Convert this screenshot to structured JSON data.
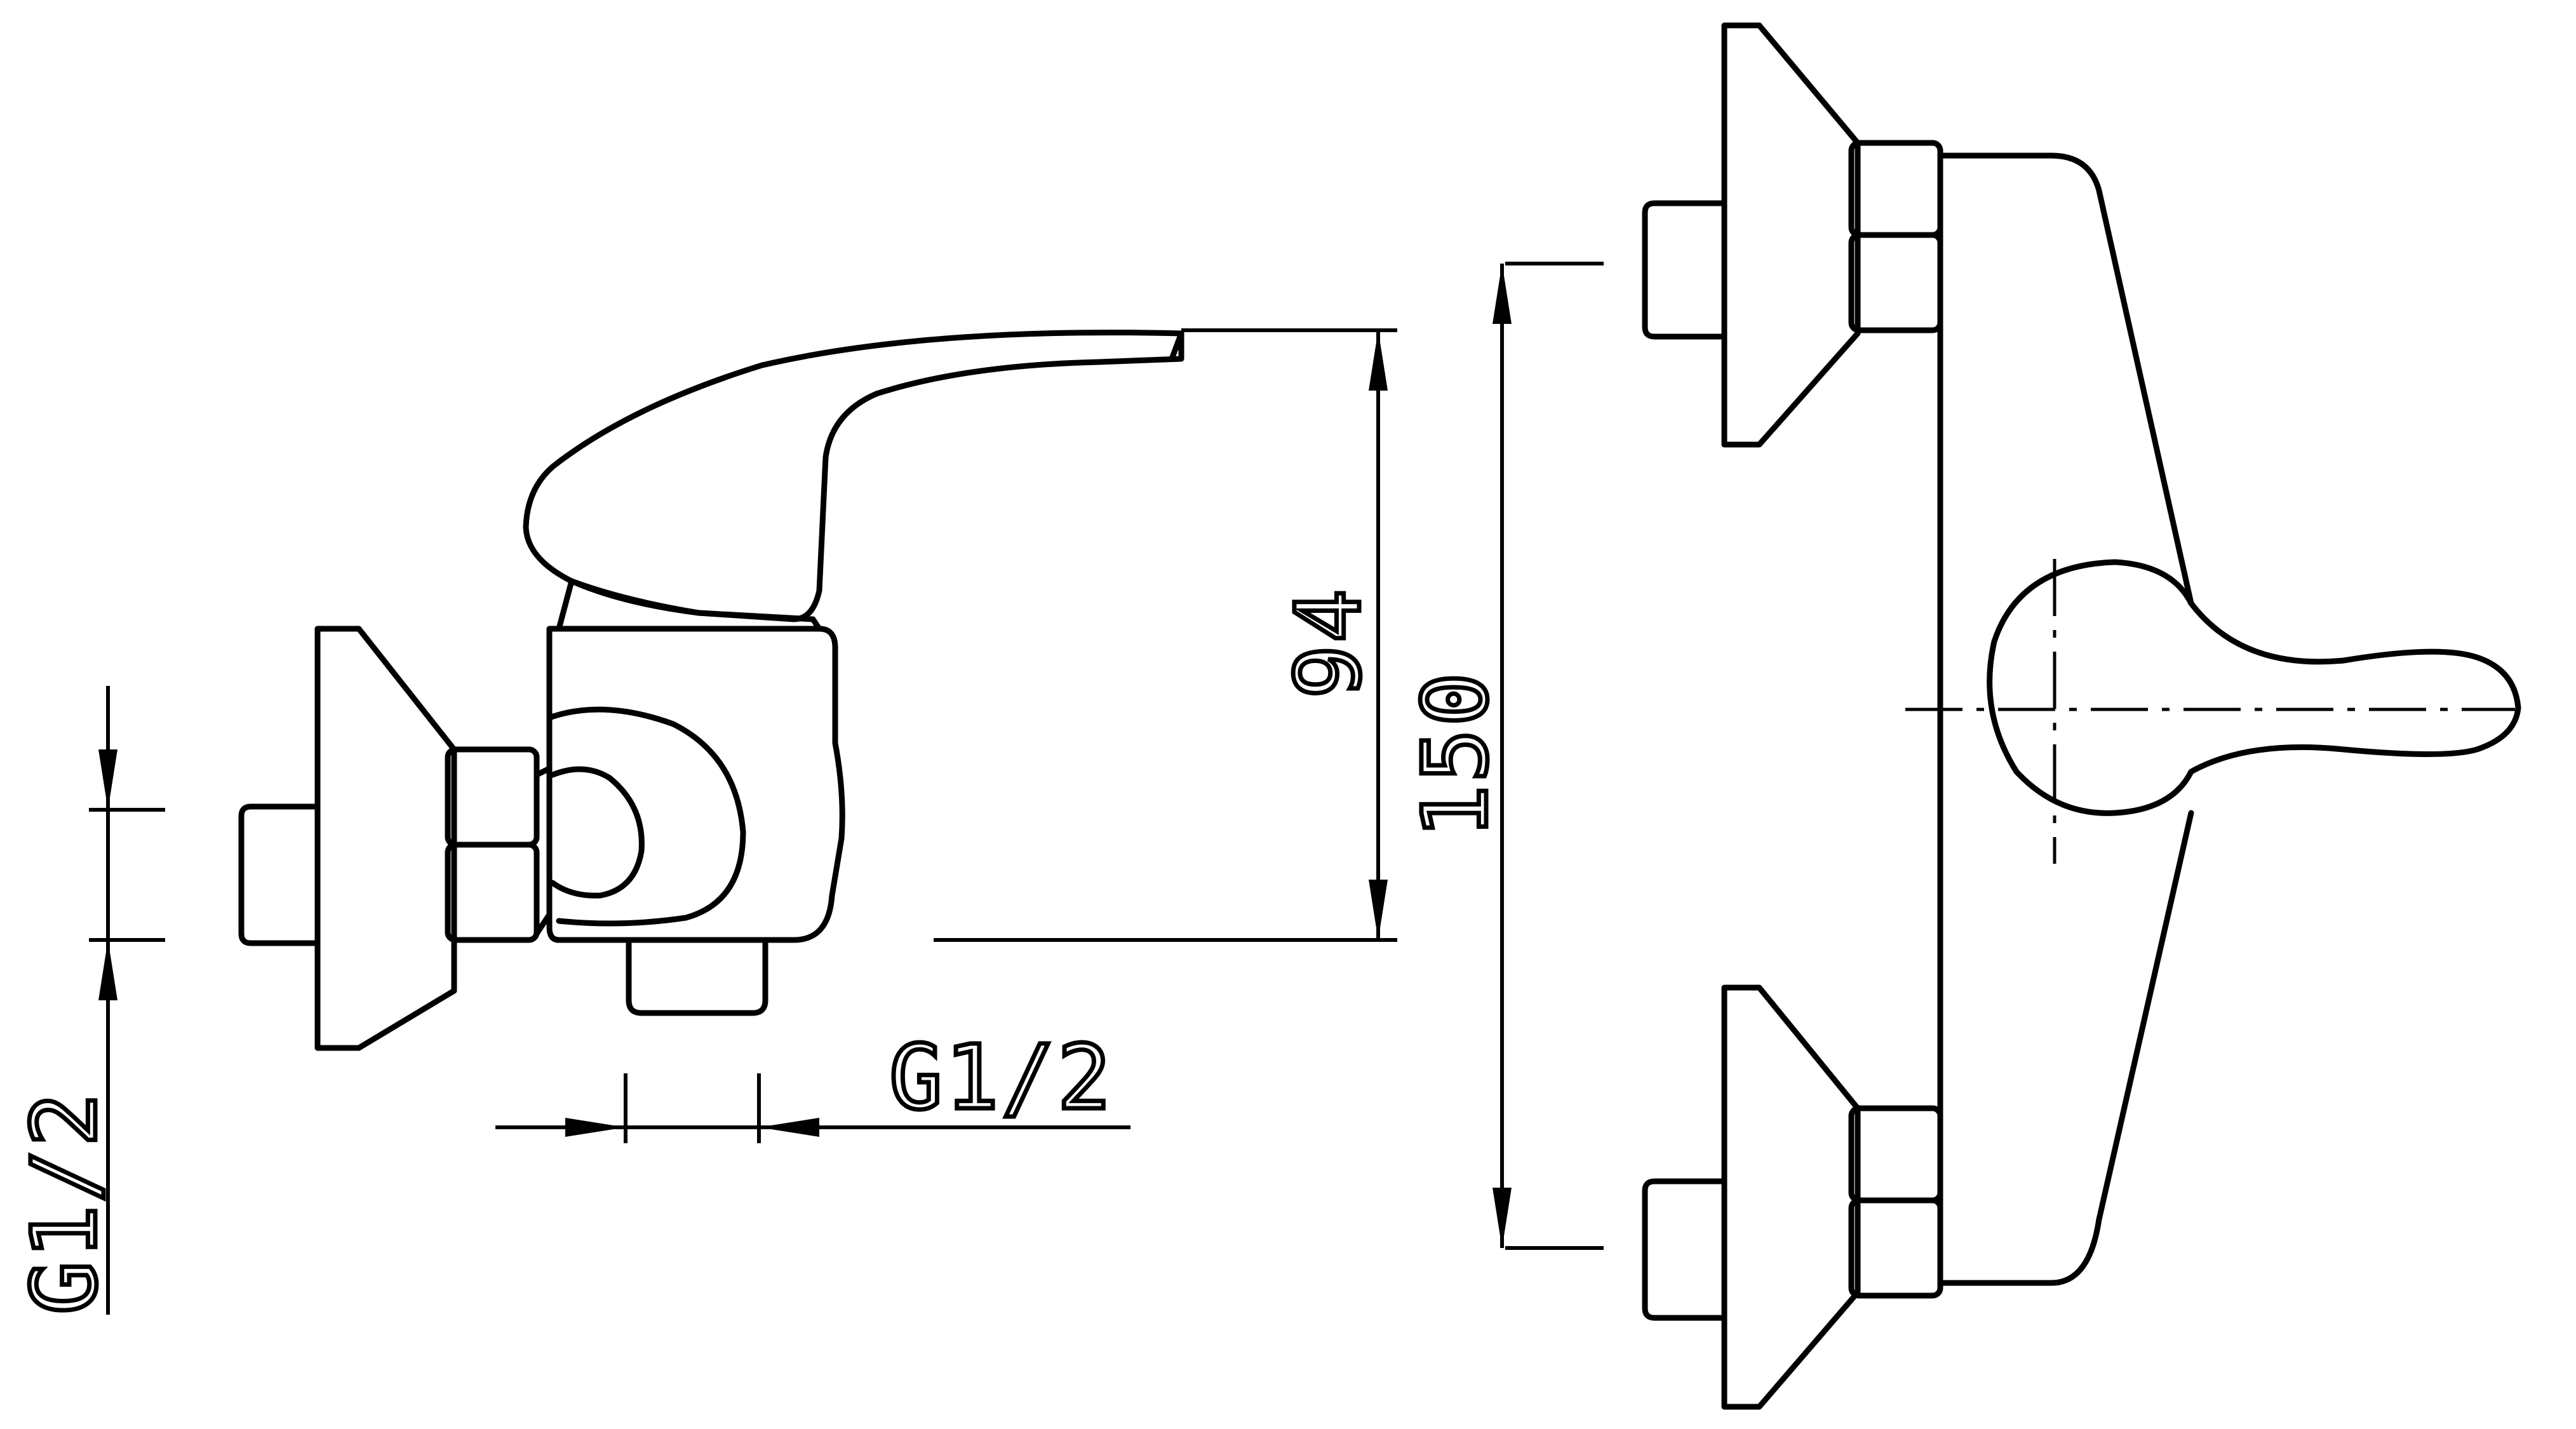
{
  "drawing": {
    "title": "",
    "colors": {
      "ink": "#000000",
      "paper": "#ffffff"
    },
    "views": [
      {
        "name": "side-view"
      },
      {
        "name": "front-view"
      }
    ],
    "dimensions": {
      "inlet_thread_vertical": "G1/2",
      "outlet_thread_horizontal": "G1/2",
      "height_outlet_to_lever": "94",
      "inlet_center_distance": "150"
    }
  }
}
